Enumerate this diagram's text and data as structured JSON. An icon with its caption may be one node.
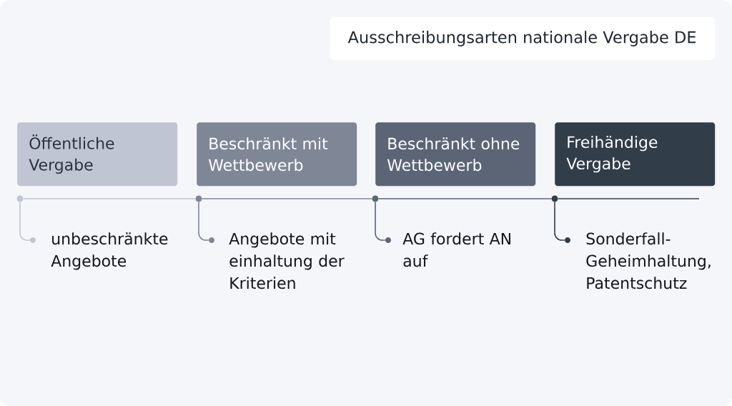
{
  "diagram": {
    "title": "Ausschreibungsarten nationale Vergabe DE",
    "nodes": [
      {
        "text": [
          "Öffentliche Vergabe"
        ]
      },
      {
        "text": [
          "Beschränkt mit Wettbewerb"
        ]
      },
      {
        "text": [
          "Beschränkt ohne Wettbewerb"
        ]
      },
      {
        "text": [
          "Freihändige Vergabe"
        ]
      },
      {
        "text": [],
        "shape": "circle"
      },
      {
        "text": [],
        "shape": "circle"
      },
      {
        "text": [],
        "shape": "circle"
      },
      {
        "text": [],
        "shape": "circle"
      },
      {
        "text": [],
        "shape": "circle",
        "beside": [
          "unbeschränkte Angebote"
        ]
      },
      {
        "text": [],
        "shape": "circle",
        "beside": [
          "Angebote mit einhaltung der Kriterien"
        ]
      },
      {
        "text": [],
        "shape": "circle",
        "beside": [
          "AG fordert AN auf"
        ]
      },
      {
        "text": [],
        "shape": "circle",
        "beside": [
          "Sonderfall-Geheimhaltung, Patentschutz"
        ]
      }
    ],
    "edges": [
      {
        "from": 4,
        "to": 5,
        "arrow": "none",
        "color": "#c0c5d3"
      },
      {
        "from": 5,
        "to": 6,
        "arrow": "none",
        "color": "#7f8797"
      },
      {
        "from": 6,
        "to": 7,
        "arrow": "none",
        "color": "#5b6576"
      },
      {
        "from": 7,
        "to": null,
        "arrow": "none",
        "color": "#323d4a"
      },
      {
        "from": 4,
        "to": 8,
        "arrow": "none",
        "color": "#c0c5d3"
      },
      {
        "from": 5,
        "to": 9,
        "arrow": "none",
        "color": "#7f8797"
      },
      {
        "from": 6,
        "to": 10,
        "arrow": "none",
        "color": "#5b6576"
      },
      {
        "from": 7,
        "to": 11,
        "arrow": "none",
        "color": "#323d4a"
      }
    ]
  }
}
